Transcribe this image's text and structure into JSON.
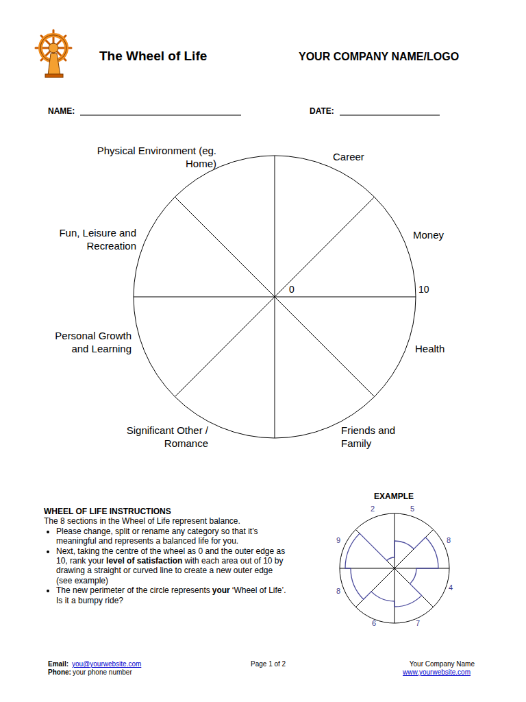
{
  "diagram": {
    "title": "The Wheel of Life",
    "labels": [
      "YOUR COMPANY NAME/LOGO",
      "NAME:",
      "DATE:",
      "Physical Environment (eg. Home)",
      "Career",
      "Fun, Leisure and Recreation",
      "Money",
      "0",
      "10",
      "Personal Growth and Learning",
      "Health",
      "Significant Other / Romance",
      "Friends and Family",
      "EXAMPLE",
      "2",
      "5",
      "9",
      "8",
      "8",
      "4",
      "6",
      "7",
      "WHEEL OF LIFE INSTRUCTIONS",
      "The 8 sections in the Wheel of Life represent balance.",
      "Please change, split or rename any category so that it’s meaningful and represents a balanced life for you.",
      "Next, taking the centre of the wheel as 0 and the outer edge as 10, rank your",
      "level of satisfaction",
      "with each area out of 10 by drawing a straight or curved line to create a new outer edge (see example)",
      "The new perimeter of the circle represents",
      "your",
      "‘Wheel of Life’. Is it a bumpy ride?",
      "Email:",
      "you@yourwebsite.com",
      "Phone:",
      "your phone number",
      "Page 1 of 2",
      "Your Company Name",
      "www.yourwebsite.com"
    ]
  }
}
